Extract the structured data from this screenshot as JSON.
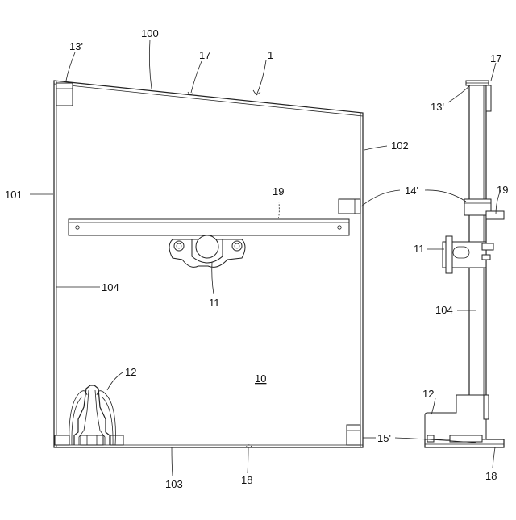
{
  "labels": {
    "l100": "100",
    "l17a": "17",
    "l1": "1",
    "l13a": "13'",
    "l17b": "17",
    "l13b": "13'",
    "l102": "102",
    "l101": "101",
    "l19a": "19",
    "l14": "14'",
    "l19b": "19",
    "l11a": "11",
    "l11b": "11",
    "l104a": "104",
    "l104b": "104",
    "l12a": "12",
    "l12b": "12",
    "l10": "10",
    "l15": "15'",
    "l103": "103",
    "l18a": "18",
    "l18b": "18"
  }
}
